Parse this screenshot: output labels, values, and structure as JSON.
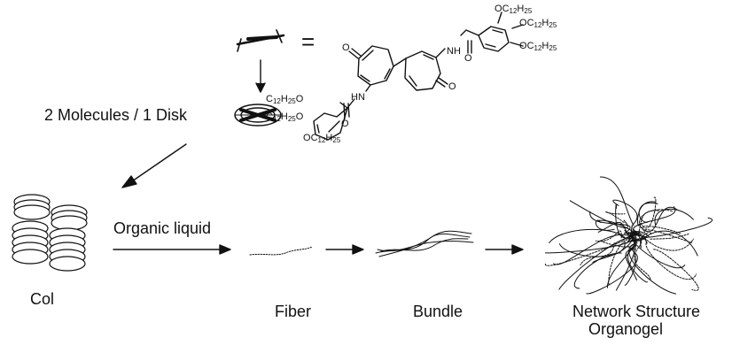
{
  "labels": {
    "disk_ratio": "2 Molecules / 1 Disk",
    "organic_liquid": "Organic liquid",
    "col": "Col",
    "fiber": "Fiber",
    "bundle": "Bundle",
    "network_structure": "Network Structure",
    "organogel": "Organogel"
  },
  "chem": {
    "equals_sign": "=",
    "atom_o": "O",
    "atom_hn": "HN",
    "atom_nh": "NH",
    "alkyl_group": "C12H25",
    "alkoxy_prefix": "O",
    "alkoxy_suffix": "O"
  }
}
